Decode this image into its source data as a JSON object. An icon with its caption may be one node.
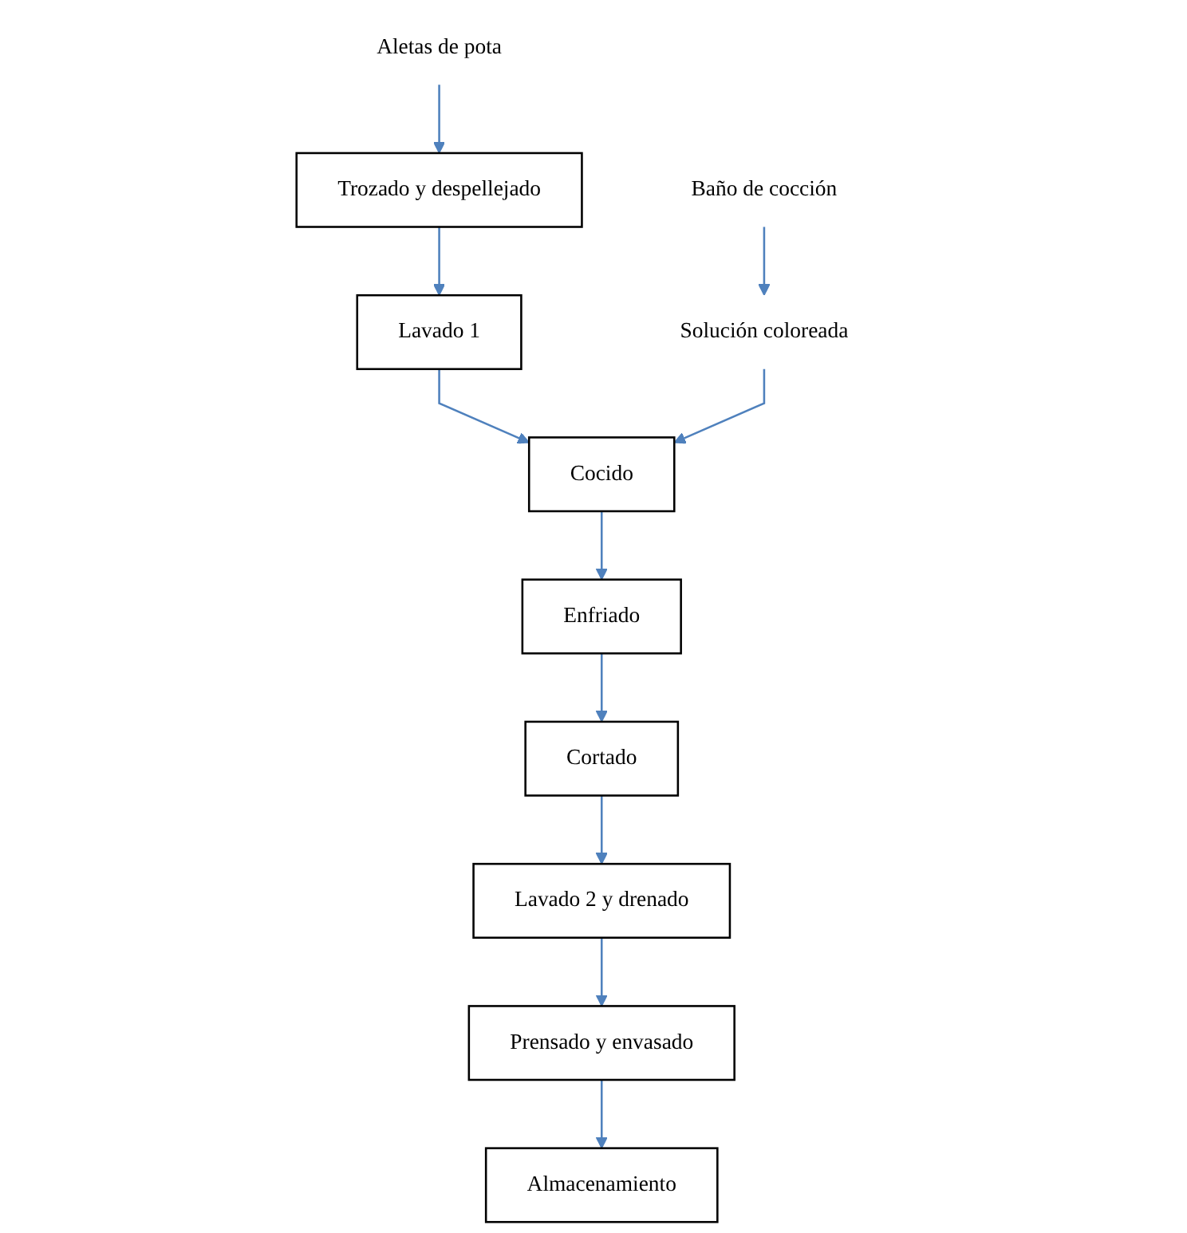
{
  "diagram": {
    "nodes": [
      {
        "text": [
          "Aletas de pota"
        ]
      },
      {
        "text": [
          "Baño de cocción"
        ]
      },
      {
        "text": [
          "Trozado y despellejado"
        ]
      },
      {
        "text": [
          "Lavado 1"
        ]
      },
      {
        "text": [
          "Solución coloreada"
        ]
      },
      {
        "text": [
          "Cocido"
        ]
      },
      {
        "text": [
          "Enfriado"
        ]
      },
      {
        "text": [
          "Cortado"
        ]
      },
      {
        "text": [
          "Lavado 2 y drenado"
        ]
      },
      {
        "text": [
          "Prensado y envasado"
        ]
      },
      {
        "text": [
          "Almacenamiento"
        ]
      }
    ],
    "edges": [
      {
        "from": 0,
        "to": 2,
        "arrow": "to"
      },
      {
        "from": 2,
        "to": 3,
        "arrow": "to"
      },
      {
        "from": 1,
        "to": 4,
        "arrow": "to"
      },
      {
        "from": 3,
        "to": 5,
        "arrow": "to"
      },
      {
        "from": 4,
        "to": 5,
        "arrow": "to"
      },
      {
        "from": 5,
        "to": 6,
        "arrow": "to"
      },
      {
        "from": 6,
        "to": 7,
        "arrow": "to"
      },
      {
        "from": 7,
        "to": 8,
        "arrow": "to"
      },
      {
        "from": 8,
        "to": 9,
        "arrow": "to"
      },
      {
        "from": 9,
        "to": 10,
        "arrow": "to"
      }
    ]
  }
}
